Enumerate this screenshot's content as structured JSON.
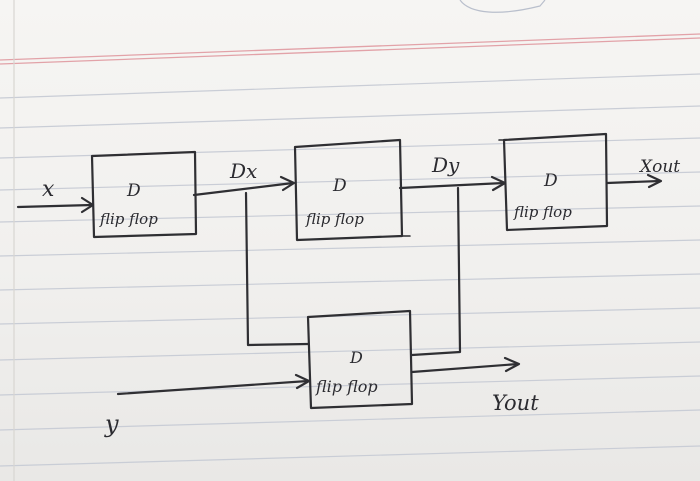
{
  "ink_color": "#2f2f33",
  "paper_color": "#f2f1ef",
  "rule_color": "#c9cdd6",
  "margin_color": "#e2a2a8",
  "flipflops": [
    {
      "id": "ff1",
      "line1": "D",
      "line2": "flip flop"
    },
    {
      "id": "ff2",
      "line1": "D",
      "line2": "flip flop"
    },
    {
      "id": "ff3",
      "line1": "D",
      "line2": "flip flop"
    },
    {
      "id": "ff4",
      "line1": "D",
      "line2": "flip flop"
    }
  ],
  "signals": {
    "x": "x",
    "dx": "Dx",
    "dy": "Dy",
    "y": "y",
    "xout": "Xout",
    "yout": "Yout"
  }
}
